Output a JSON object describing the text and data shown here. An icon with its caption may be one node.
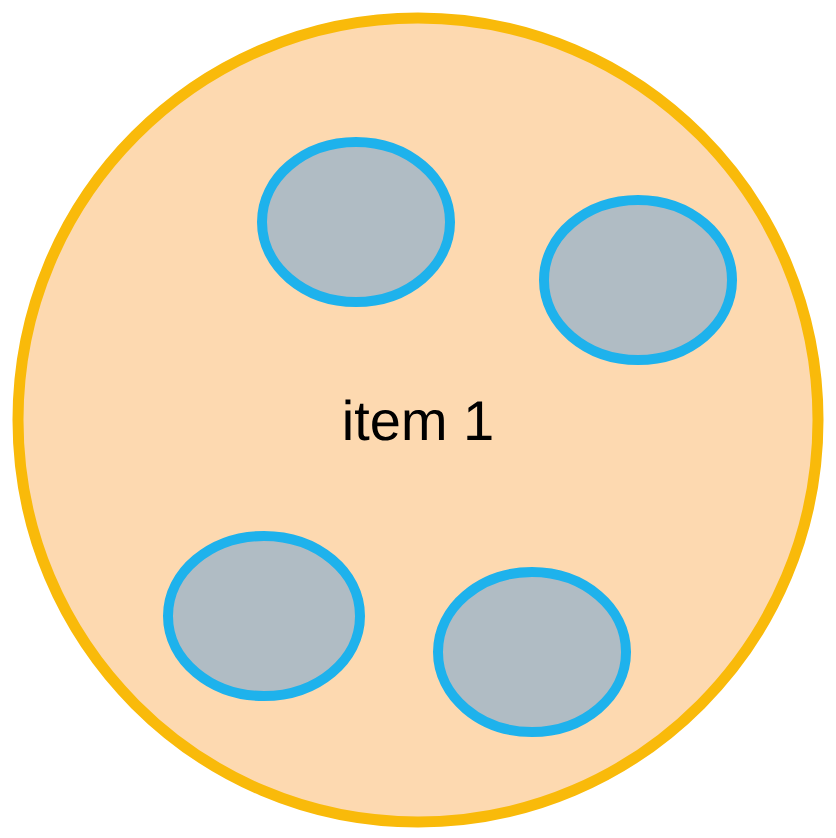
{
  "diagram": {
    "nodes": [
      {
        "text": [
          "item 1"
        ]
      },
      {
        "text": [],
        "shape": "circle",
        "in": 0
      },
      {
        "text": [],
        "shape": "circle",
        "in": 0
      },
      {
        "text": [],
        "shape": "circle",
        "in": 0
      },
      {
        "text": [],
        "shape": "circle",
        "in": 0
      }
    ]
  }
}
